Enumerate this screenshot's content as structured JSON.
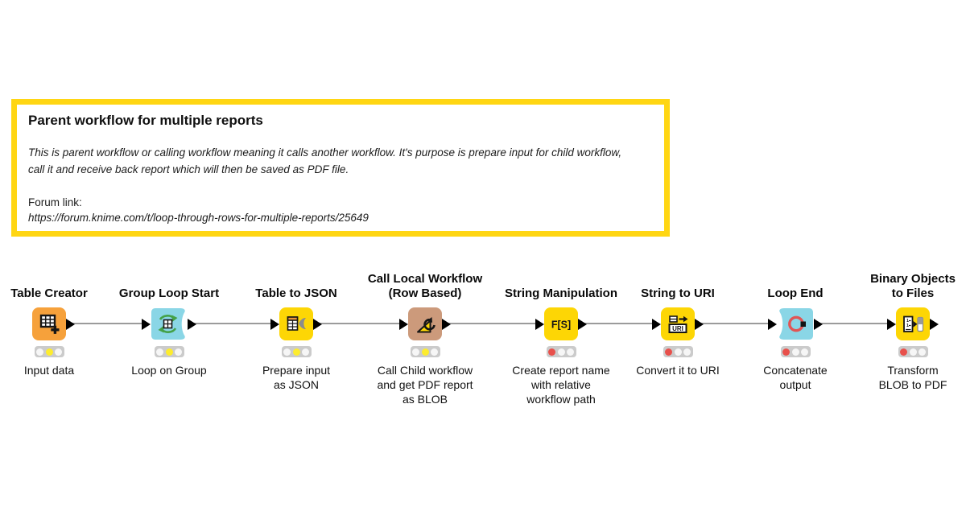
{
  "annotation": {
    "title": "Parent workflow for multiple reports",
    "body": "This is parent workflow or calling workflow meaning it calls another workflow. It's purpose is prepare input for child workflow, call it and receive back report which will then be saved as PDF file.",
    "forum_label": "Forum link:",
    "forum_url": "https://forum.knime.com/t/loop-through-rows-for-multiple-reports/25649",
    "border_color": "#FFD613"
  },
  "colors": {
    "node_yellow": "#FDD605",
    "node_orange": "#F6A13B",
    "node_cyan": "#8AD6E6",
    "node_tan": "#CC9A7B",
    "connection_gray": "#9b9b9b",
    "status_red": "#e8504b",
    "status_yellow": "#fdec2e"
  },
  "nodes": [
    {
      "title": "Table Creator",
      "label": "Input data",
      "icon": "table-plus-icon",
      "color": "#F6A13B",
      "lights": [
        "off",
        "yellow",
        "off"
      ]
    },
    {
      "title": "Group Loop Start",
      "label": "Loop on Group",
      "icon": "group-loop-icon",
      "color": "#8AD6E6",
      "lights": [
        "off",
        "yellow",
        "off"
      ]
    },
    {
      "title": "Table to JSON",
      "label": "Prepare input\nas JSON",
      "icon": "table-to-json-icon",
      "color": "#FDD605",
      "lights": [
        "off",
        "yellow",
        "off"
      ]
    },
    {
      "title": "Call Local Workflow\n(Row Based)",
      "label": "Call Child workflow\nand get PDF report\nas BLOB",
      "icon": "call-workflow-icon",
      "color": "#CC9A7B",
      "lights": [
        "off",
        "yellow",
        "off"
      ]
    },
    {
      "title": "String Manipulation",
      "label": "Create report name\nwith relative\nworkflow path",
      "icon": "string-function-icon",
      "color": "#FDD605",
      "lights": [
        "red",
        "off",
        "off"
      ]
    },
    {
      "title": "String to URI",
      "label": "Convert it to URI",
      "icon": "string-to-uri-icon",
      "color": "#FDD605",
      "lights": [
        "red",
        "off",
        "off"
      ]
    },
    {
      "title": "Loop End",
      "label": "Concatenate\noutput",
      "icon": "loop-end-icon",
      "color": "#8AD6E6",
      "lights": [
        "red",
        "off",
        "off"
      ]
    },
    {
      "title": "Binary Objects\nto Files",
      "label": "Transform\nBLOB to PDF",
      "icon": "binary-to-file-icon",
      "color": "#FDD605",
      "lights": [
        "red",
        "off",
        "off"
      ]
    }
  ]
}
